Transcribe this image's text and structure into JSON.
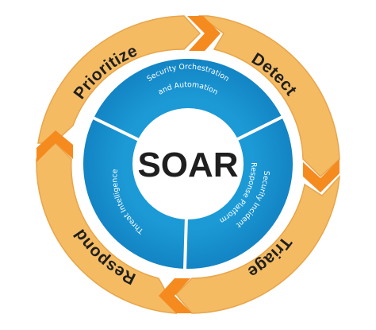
{
  "center": {
    "title": "SOAR"
  },
  "phases": {
    "prioritize": "Prioritize",
    "detect": "Detect",
    "triage": "Triage",
    "respond": "Respond"
  },
  "components": {
    "orchestration": {
      "line1": "Security Orchestration",
      "line2": "and Automation"
    },
    "incident": {
      "line1": "Security Incident",
      "line2": "Response Platform"
    },
    "threat": {
      "line1": "Threat Intelligence"
    }
  },
  "colors": {
    "ring_fill": "#F4BB63",
    "ring_edge": "#E08E1D",
    "arrow_accent": "#F58A1F",
    "inner_blue": "#1C9AD6",
    "inner_blue_dark": "#0F78B4",
    "separator": "#ffffff"
  }
}
